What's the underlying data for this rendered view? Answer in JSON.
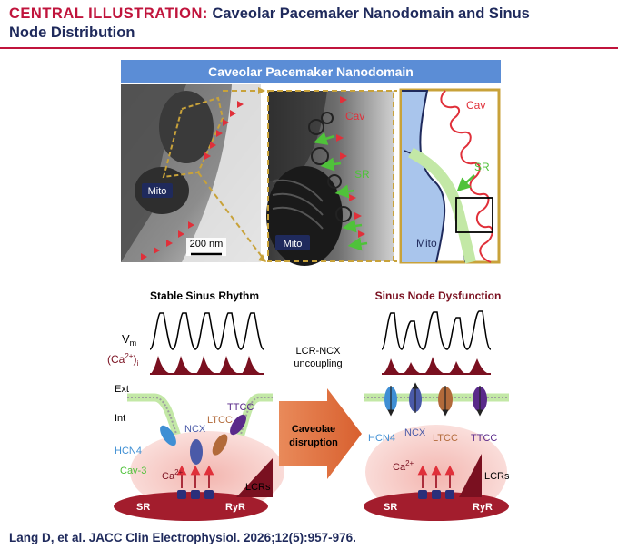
{
  "header": {
    "kicker": "CENTRAL ILLUSTRATION:",
    "title_line1": "Caveolar Pacemaker Nanodomain and Sinus",
    "title_line2": "Node Distribution"
  },
  "top_panel": {
    "banner": "Caveolar Pacemaker Nanodomain",
    "em_left": {
      "mito": "Mito",
      "scale": "200 nm"
    },
    "em_mid": {
      "cav": "Cav",
      "sr": "SR",
      "mito": "Mito"
    },
    "schematic": {
      "cav": "Cav",
      "sr": "SR",
      "mito": "Mito"
    }
  },
  "stable": {
    "title": "Stable Sinus Rhythm",
    "vm": "V",
    "vm_sub": "m",
    "ca": "(Ca",
    "ca_sup": "2+",
    "ca_close": ")",
    "ca_sub": "i",
    "ext": "Ext",
    "int": "Int",
    "ncx": "NCX",
    "ttcc": "TTCC",
    "ltcc": "LTCC",
    "hcn4": "HCN4",
    "cav3": "Cav-3",
    "ca2": "Ca",
    "ca2_sup": "2+",
    "lcrs": "LCRs",
    "sr": "SR",
    "ryr": "RyR"
  },
  "middle": {
    "uncouple_1": "LCR-NCX",
    "uncouple_2": "uncoupling",
    "arrow_1": "Caveolae",
    "arrow_2": "disruption"
  },
  "dysfunction": {
    "title": "Sinus Node Dysfunction",
    "hcn4": "HCN4",
    "ncx": "NCX",
    "ltcc": "LTCC",
    "ttcc": "TTCC",
    "ca2": "Ca",
    "ca2_sup": "2+",
    "lcrs": "LCRs",
    "sr": "SR",
    "ryr": "RyR"
  },
  "colors": {
    "navy": "#1f2a5c",
    "crimson": "#c0143c",
    "banner": "#5b8dd6",
    "gold": "#c8a23a",
    "sr_green": "#7cc644",
    "dark_red": "#7a1020",
    "hcn4_blue": "#3f8fd4",
    "ncx_blue": "#4a5aa8",
    "ltcc_orange": "#b26a3a",
    "ttcc_purple": "#5a2a8a"
  },
  "citation": "Lang D, et al. JACC Clin Electrophysiol. 2026;12(5):957-976."
}
